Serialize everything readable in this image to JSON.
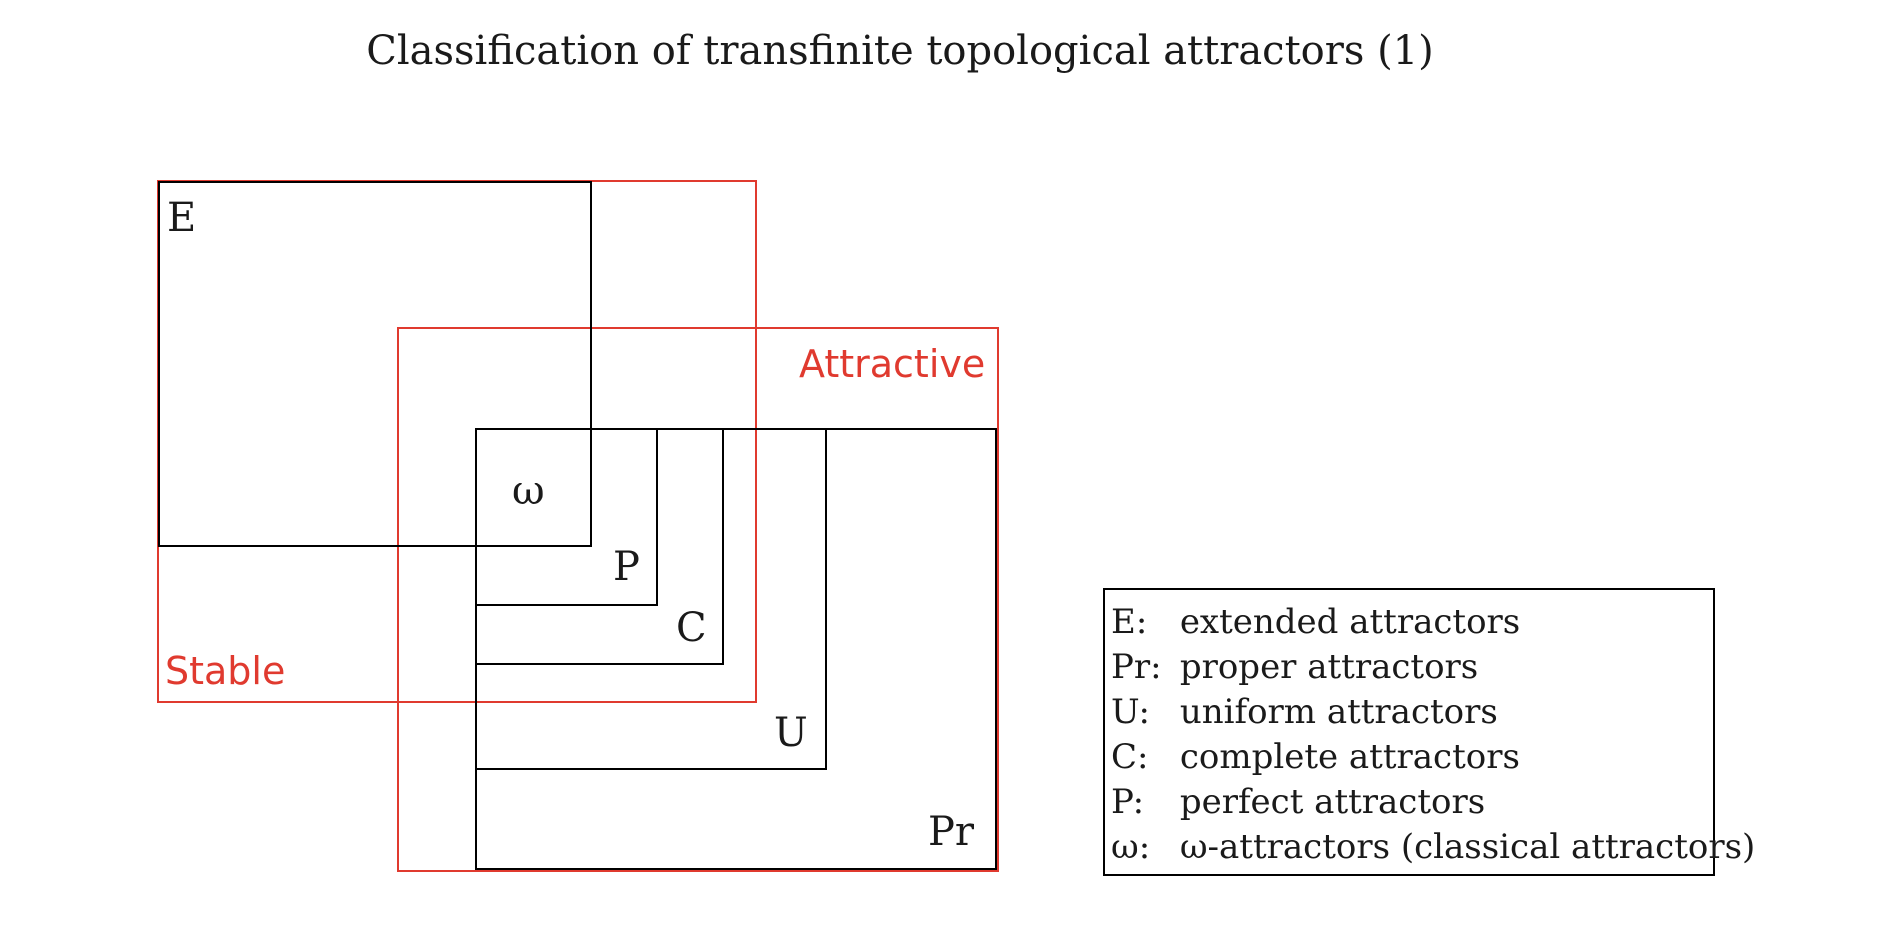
{
  "title": "Classification of transfinite topological attractors (1)",
  "colors": {
    "ink": "#000000",
    "red": "#e03a2f"
  },
  "labels": {
    "E": "E",
    "omega": "ω",
    "P": "P",
    "C": "C",
    "U": "U",
    "Pr": "Pr",
    "attractive": "Attractive",
    "stable": "Stable"
  },
  "legend": [
    {
      "key": "E:",
      "text": "extended attractors"
    },
    {
      "key": "Pr:",
      "text": "proper attractors"
    },
    {
      "key": "U:",
      "text": "uniform attractors"
    },
    {
      "key": "C:",
      "text": "complete attractors"
    },
    {
      "key": "P:",
      "text": "perfect attractors"
    },
    {
      "key": "ω:",
      "text": "ω-attractors (classical attractors)"
    }
  ]
}
